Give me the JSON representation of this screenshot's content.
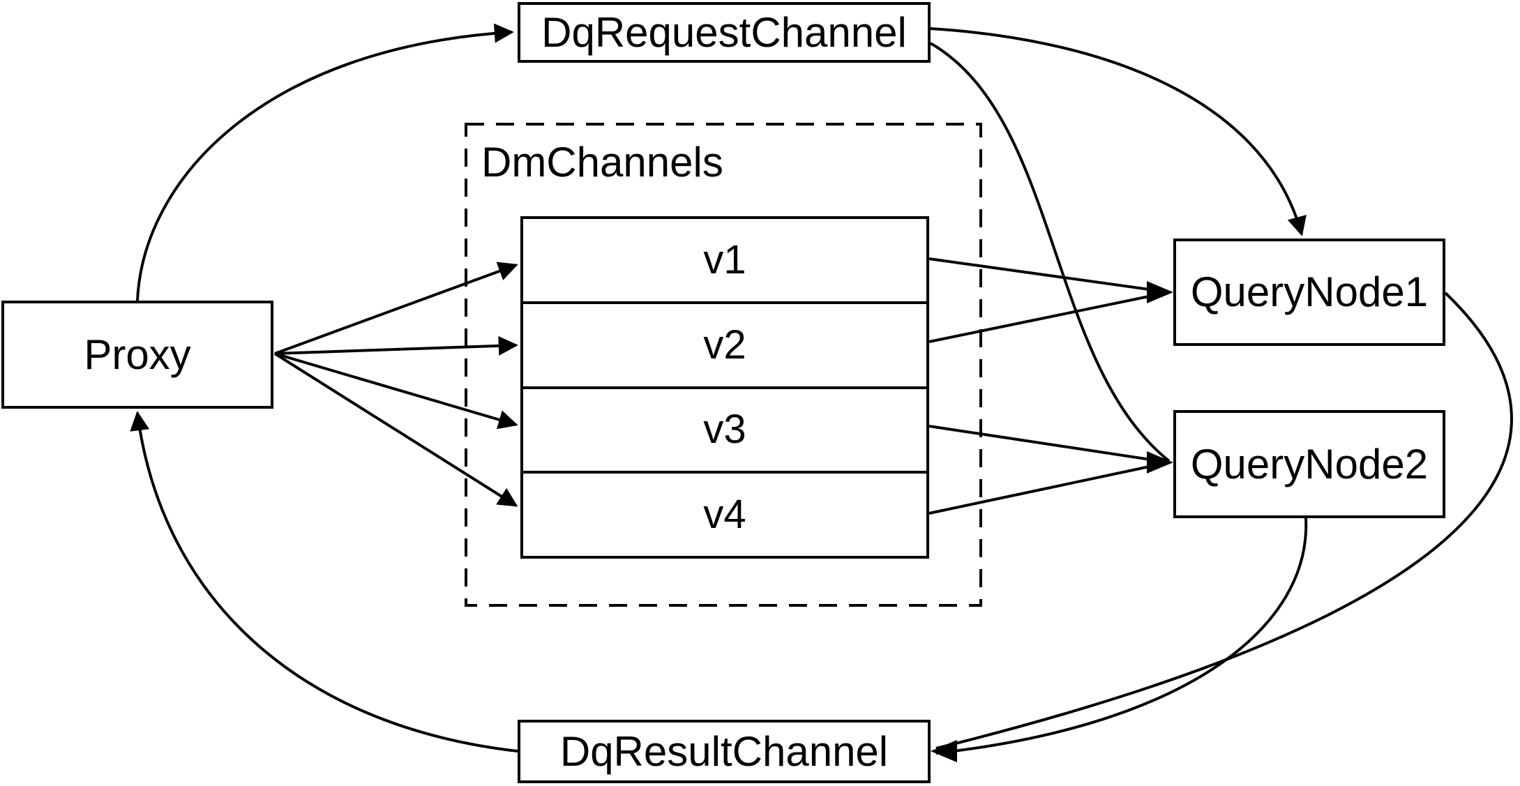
{
  "diagram": {
    "title": "query channel flow diagram",
    "colors": {
      "stroke": "#000000",
      "text": "#000000",
      "background": "#ffffff"
    },
    "nodes": {
      "dq_request_channel": {
        "label": "DqRequestChannel"
      },
      "proxy": {
        "label": "Proxy"
      },
      "dm_channels": {
        "label": "DmChannels",
        "style": "dashed-group",
        "rows": [
          "v1",
          "v2",
          "v3",
          "v4"
        ]
      },
      "query_node1": {
        "label": "QueryNode1"
      },
      "query_node2": {
        "label": "QueryNode2"
      },
      "dq_result_channel": {
        "label": "DqResultChannel"
      }
    },
    "edges": [
      {
        "from": "Proxy",
        "to": "DqRequestChannel"
      },
      {
        "from": "Proxy",
        "to": "v1"
      },
      {
        "from": "Proxy",
        "to": "v2"
      },
      {
        "from": "Proxy",
        "to": "v3"
      },
      {
        "from": "Proxy",
        "to": "v4"
      },
      {
        "from": "v1",
        "to": "QueryNode1"
      },
      {
        "from": "v2",
        "to": "QueryNode1"
      },
      {
        "from": "v3",
        "to": "QueryNode2"
      },
      {
        "from": "v4",
        "to": "QueryNode2"
      },
      {
        "from": "DqRequestChannel",
        "to": "QueryNode1"
      },
      {
        "from": "DqRequestChannel",
        "to": "QueryNode2"
      },
      {
        "from": "QueryNode1",
        "to": "DqResultChannel"
      },
      {
        "from": "QueryNode2",
        "to": "DqResultChannel"
      },
      {
        "from": "DqResultChannel",
        "to": "Proxy"
      }
    ]
  }
}
